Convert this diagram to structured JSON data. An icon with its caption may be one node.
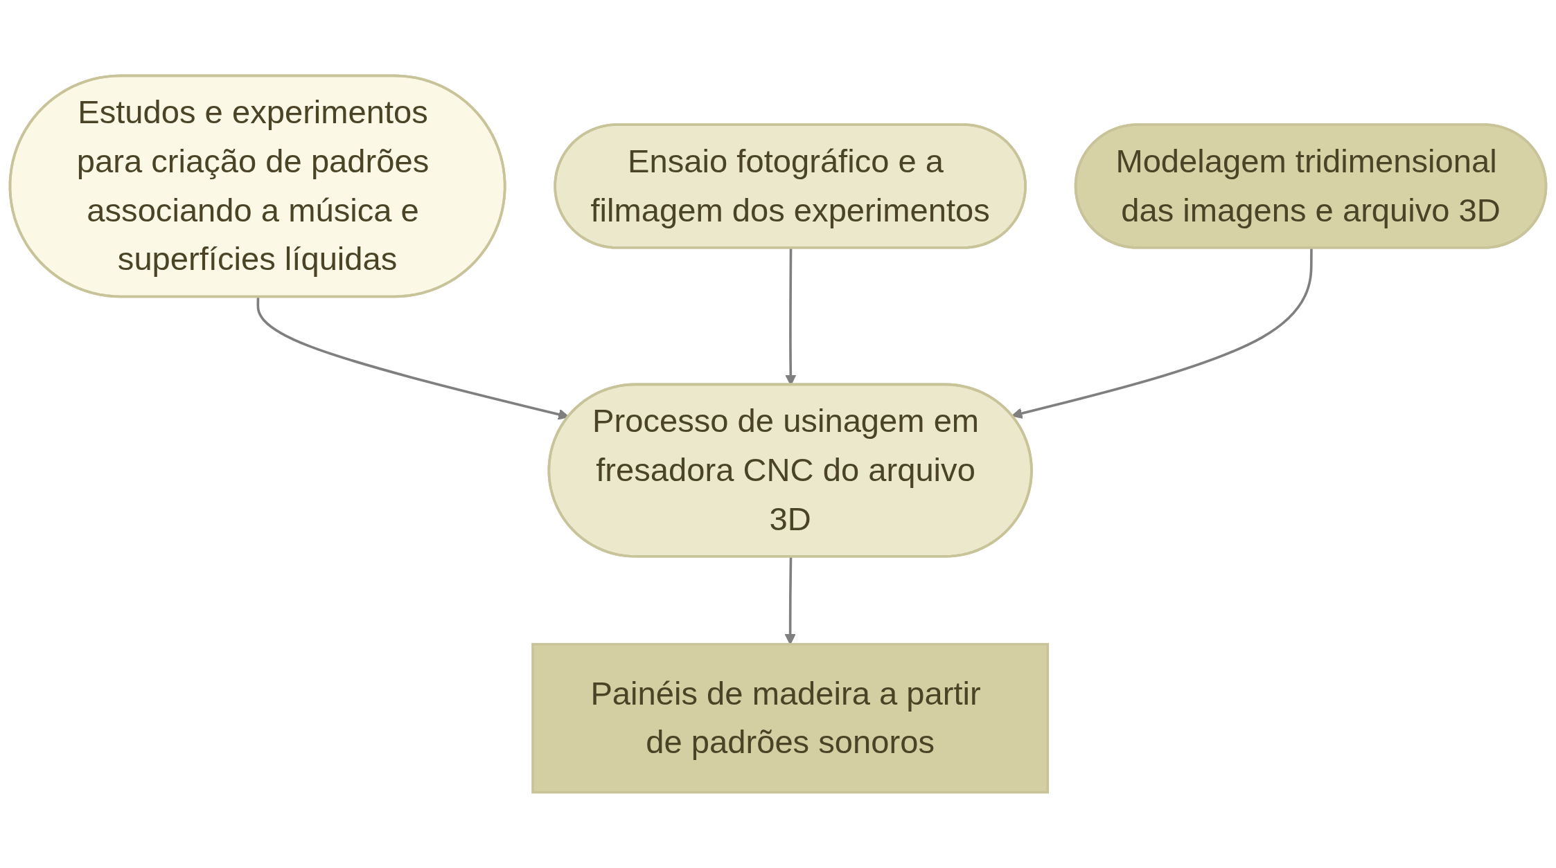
{
  "diagram": {
    "nodes": [
      {
        "text": [
          "Estudos e experimentos para criação de padrões associando a música e superfícies líquidas"
        ]
      },
      {
        "text": [
          "Ensaio fotográfico e a filmagem dos experimentos"
        ]
      },
      {
        "text": [
          "Modelagem tridimensional das imagens e arquivo 3D"
        ]
      },
      {
        "text": [
          "Processo de usinagem em fresadora CNC do arquivo 3D"
        ]
      },
      {
        "text": [
          "Painéis de madeira a partir de padrões sonoros"
        ]
      }
    ],
    "edges": [
      {
        "from": 0,
        "to": 3,
        "arrow": "to"
      },
      {
        "from": 1,
        "to": 3,
        "arrow": "to"
      },
      {
        "from": 2,
        "to": 3,
        "arrow": "to"
      },
      {
        "from": 3,
        "to": 4,
        "arrow": "to"
      }
    ]
  }
}
